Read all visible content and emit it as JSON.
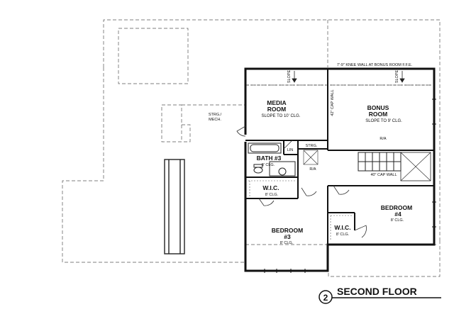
{
  "plan": {
    "title": "SECOND FLOOR",
    "view_number": "2",
    "knee_wall_note": "7'-9\" KNEE WALL AT BONUS ROOM F.F.E.",
    "slope_label": "SLOPE",
    "cap_wall_42": "42\" CAP WALL",
    "cap_wall_40": "40\" CAP WALL",
    "ra_label": "R/A",
    "rooms": {
      "media": {
        "name1": "MEDIA",
        "name2": "ROOM",
        "note": "SLOPE TO 10' CLG."
      },
      "bonus": {
        "name1": "BONUS",
        "name2": "ROOM",
        "note": "SLOPE TO 9' CLG."
      },
      "strg_mech": {
        "name1": "STRG./",
        "name2": "MECH."
      },
      "strg": {
        "name": "STRG."
      },
      "lin": {
        "name": "LIN"
      },
      "bath3": {
        "name": "BATH #3",
        "note": "8' CLG."
      },
      "wic_left": {
        "name": "W.I.C.",
        "note": "8' CLG."
      },
      "bedroom3": {
        "name1": "BEDROOM",
        "name2": "#3",
        "note": "8' CLG."
      },
      "bedroom4": {
        "name1": "BEDROOM",
        "name2": "#4",
        "note": "8' CLG."
      },
      "wic_right": {
        "name": "W.I.C.",
        "note": "8' CLG."
      }
    }
  }
}
